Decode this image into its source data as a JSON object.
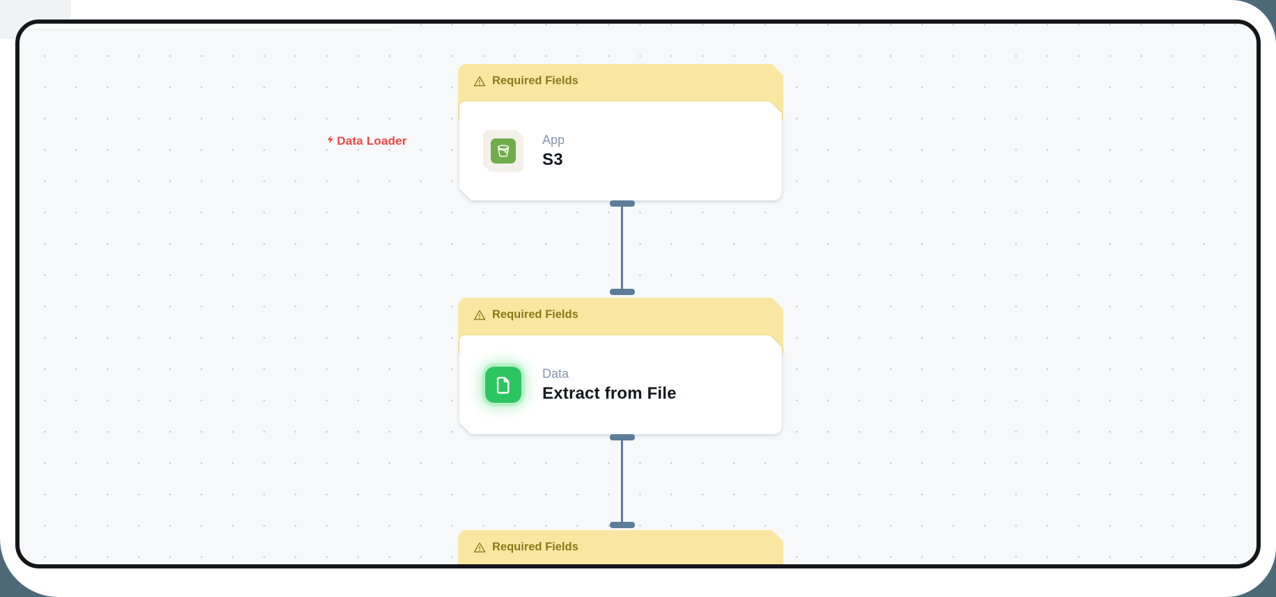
{
  "app": {
    "name": "pipeline-flow-canvas"
  },
  "colors": {
    "backdrop": "#4e6a78",
    "page_bg": "#ffffff",
    "frame_border": "#141619",
    "canvas_bg": "#f7f8fa",
    "dot_grid": "#cdcfd4",
    "banner_bg": "#f9e7a1",
    "banner_text": "#8a7a1a",
    "card_bg": "#ffffff",
    "category_text": "#8696ae",
    "title_text": "#14181d",
    "connector": "#5d7c9a",
    "annotation_red": "#ef4747",
    "s3_icon_green": "#6fad4a",
    "s3_plate_beige": "#f3f0e9",
    "file_icon_green": "#2ec45f"
  },
  "annotation": {
    "label": "Data Loader",
    "icon": "lightning-bolt-icon"
  },
  "nodes": [
    {
      "banner_label": "Required Fields",
      "banner_icon": "warning-triangle-icon",
      "category": "App",
      "title": "S3",
      "icon": "s3-bucket-icon"
    },
    {
      "banner_label": "Required Fields",
      "banner_icon": "warning-triangle-icon",
      "category": "Data",
      "title": "Extract from File",
      "icon": "file-document-icon"
    },
    {
      "banner_label": "Required Fields",
      "banner_icon": "warning-triangle-icon"
    }
  ]
}
